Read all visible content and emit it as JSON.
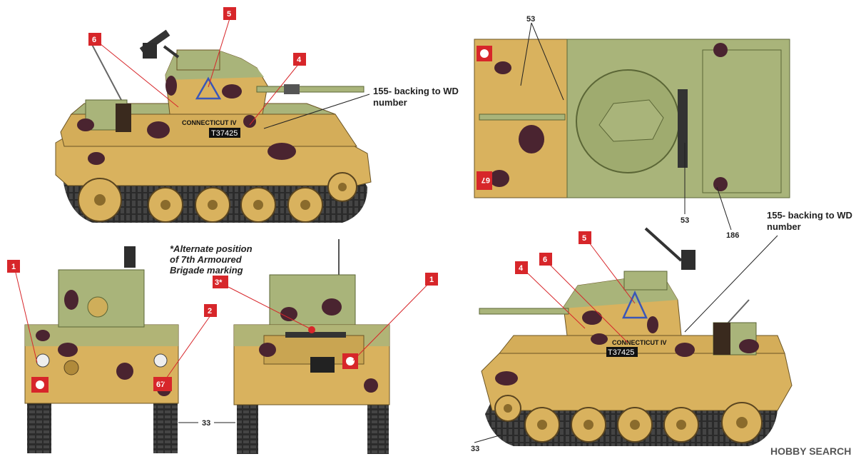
{
  "colors": {
    "sand": "#d9b25e",
    "sand_dark": "#b58d3a",
    "green": "#a9b47a",
    "green_dark": "#7f8a55",
    "blotch": "#4a2430",
    "track": "#2c2c2c",
    "badge_red": "#d7262a",
    "triangle_blue": "#3a56b8"
  },
  "annotations": {
    "backing_note_top": [
      "155- backing to WD",
      "number"
    ],
    "backing_note_bottom": [
      "155- backing to WD",
      "number"
    ],
    "alternate_note": [
      "*Alternate position",
      "of 7th Armoured",
      "Brigade marking"
    ]
  },
  "markings": {
    "tank_name": "CONNECTICUT IV",
    "serial": "T37425",
    "plate_number": "67"
  },
  "badges": {
    "b1": "1",
    "b2": "2",
    "b3": "3*",
    "b4": "4",
    "b5": "5",
    "b6": "6"
  },
  "reference_numbers": {
    "n33": "33",
    "n53": "53",
    "n186": "186"
  },
  "watermark": "HOBBY SEARCH",
  "icons": [
    "jerboa-insignia-icon",
    "blue-triangle-icon",
    "machine-gun-icon"
  ]
}
